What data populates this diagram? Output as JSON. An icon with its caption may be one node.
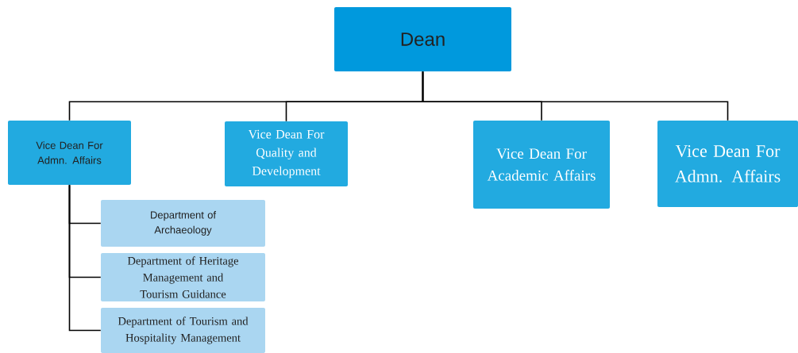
{
  "diagram": {
    "nodes": [
      {
        "text": [
          "Dean"
        ]
      },
      {
        "text": [
          "Vice Dean For Admn. Affairs"
        ]
      },
      {
        "text": [
          "Vice Dean For Quality and Development"
        ]
      },
      {
        "text": [
          "Vice Dean For Academic Affairs"
        ]
      },
      {
        "text": [
          "Vice Dean For Admn. Affairs"
        ]
      },
      {
        "text": [
          "Department of Archaeology"
        ]
      },
      {
        "text": [
          "Department of Heritage Management and Tourism Guidance"
        ]
      },
      {
        "text": [
          "Department of Tourism and Hospitality Management"
        ]
      }
    ],
    "edges": [
      {
        "from": 0,
        "to": 1,
        "arrow": "none"
      },
      {
        "from": 0,
        "to": 2,
        "arrow": "none"
      },
      {
        "from": 0,
        "to": 3,
        "arrow": "none"
      },
      {
        "from": 0,
        "to": 4,
        "arrow": "none"
      },
      {
        "from": 1,
        "to": 5,
        "arrow": "none"
      },
      {
        "from": 1,
        "to": 6,
        "arrow": "none"
      },
      {
        "from": 1,
        "to": 7,
        "arrow": "none"
      }
    ]
  }
}
